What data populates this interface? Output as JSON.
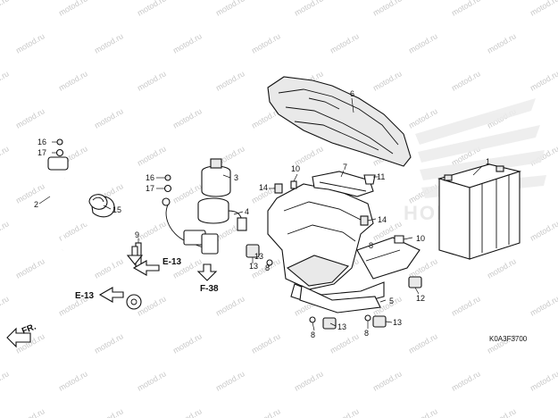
{
  "watermark": "motod.ru",
  "brand_text": "HONDA",
  "diagram_code": "K0A3F3700",
  "direction_label": "FR.",
  "reference_labels": [
    "E-13",
    "E-13",
    "F-38"
  ],
  "part_callouts": [
    "1",
    "2",
    "3",
    "4",
    "5",
    "6",
    "7",
    "8",
    "8",
    "8",
    "8",
    "9",
    "10",
    "10",
    "11",
    "12",
    "13",
    "13",
    "13",
    "13",
    "14",
    "14",
    "15",
    "16",
    "16",
    "17",
    "17"
  ]
}
